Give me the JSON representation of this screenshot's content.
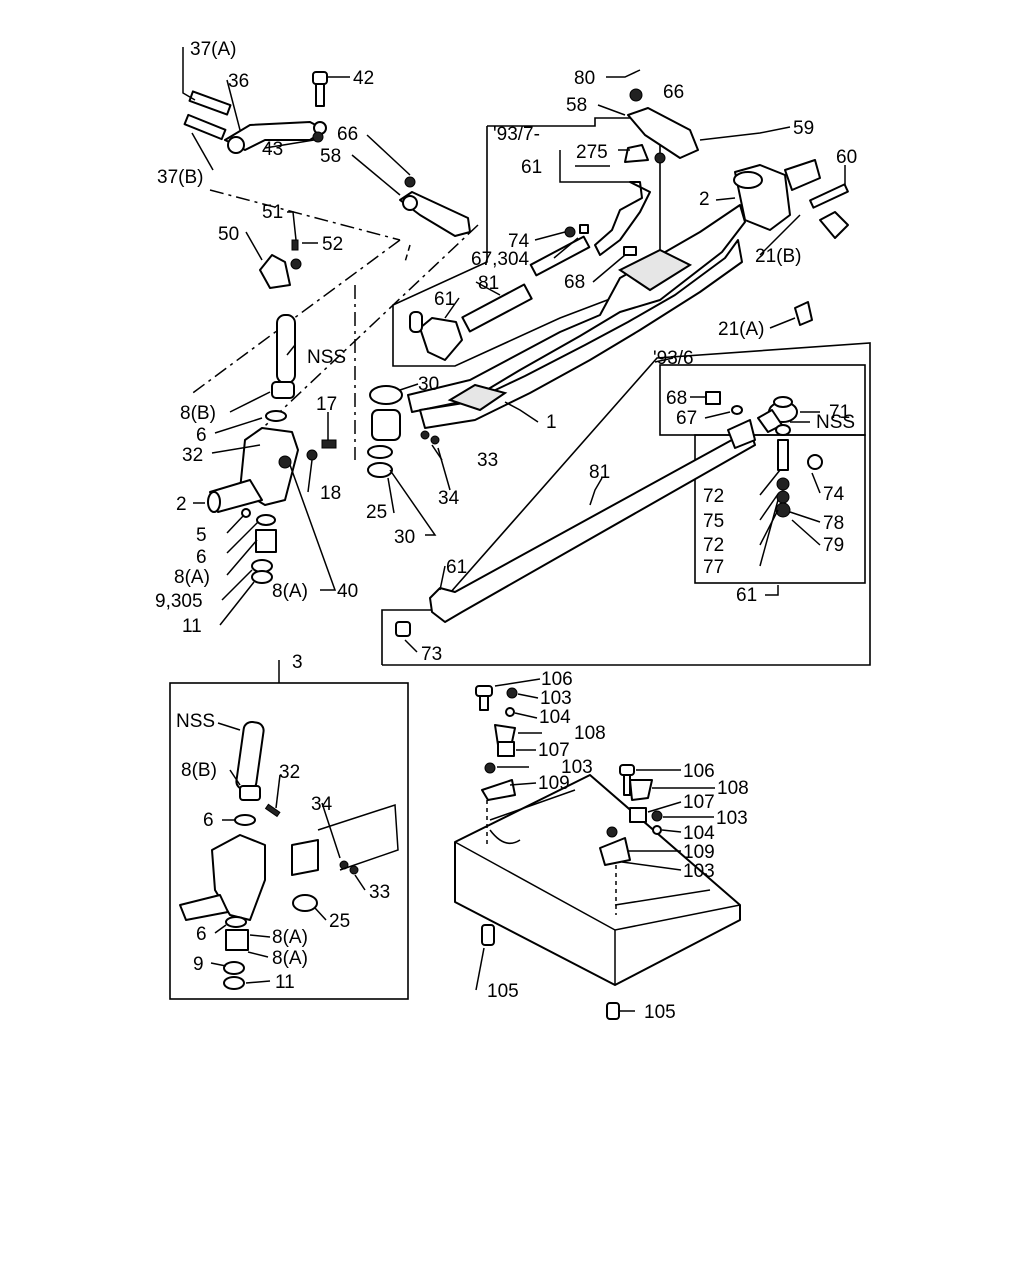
{
  "diagram": {
    "labels": {
      "l37a": "37(A)",
      "l36": "36",
      "l42": "42",
      "l37b": "37(B)",
      "l43": "43",
      "l66a": "66",
      "l58a": "58",
      "l51": "51",
      "l50": "50",
      "l52": "52",
      "lnss1": "NSS",
      "l8b1": "8(B)",
      "l17": "17",
      "l6a": "6",
      "l32a": "32",
      "l2a": "2",
      "l18": "18",
      "l5": "5",
      "l6b": "6",
      "l8a1": "8(A)",
      "l9305": "9,305",
      "l8a2": "8(A)",
      "l40": "40",
      "l11a": "11",
      "l80": "80",
      "l66b": "66",
      "l58b": "58",
      "l59": "59",
      "l937": "'93/7-",
      "l61a": "61",
      "l275": "275",
      "l60": "60",
      "l2b": "2",
      "l74a": "74",
      "l67304": "67,304",
      "l68a": "68",
      "l21b": "21(B)",
      "l61b": "61",
      "l81a": "81",
      "l21a": "21(A)",
      "l936": "'93/6",
      "l30a": "30",
      "l1": "1",
      "l68b": "68",
      "l71": "71",
      "l67": "67",
      "lnss2": "NSS",
      "l33a": "33",
      "l34a": "34",
      "l25a": "25",
      "l30b": "30",
      "l81b": "81",
      "l72a": "72",
      "l74b": "74",
      "l75": "75",
      "l78": "78",
      "l72b": "72",
      "l79": "79",
      "l77": "77",
      "l61c": "61",
      "l61d": "61",
      "l73": "73",
      "l3": "3",
      "lnss3": "NSS",
      "l8b2": "8(B)",
      "l32b": "32",
      "l6c": "6",
      "l34b": "34",
      "l33b": "33",
      "l25b": "25",
      "l6d": "6",
      "l8a3": "8(A)",
      "l9": "9",
      "l8a4": "8(A)",
      "l11b": "11",
      "l106a": "106",
      "l103a": "103",
      "l104a": "104",
      "l108a": "108",
      "l107a": "107",
      "l103b": "103",
      "l109a": "109",
      "l106b": "106",
      "l108b": "108",
      "l107b": "107",
      "l103c": "103",
      "l104b": "104",
      "l109b": "109",
      "l103d": "103",
      "l105a": "105",
      "l105b": "105"
    }
  }
}
